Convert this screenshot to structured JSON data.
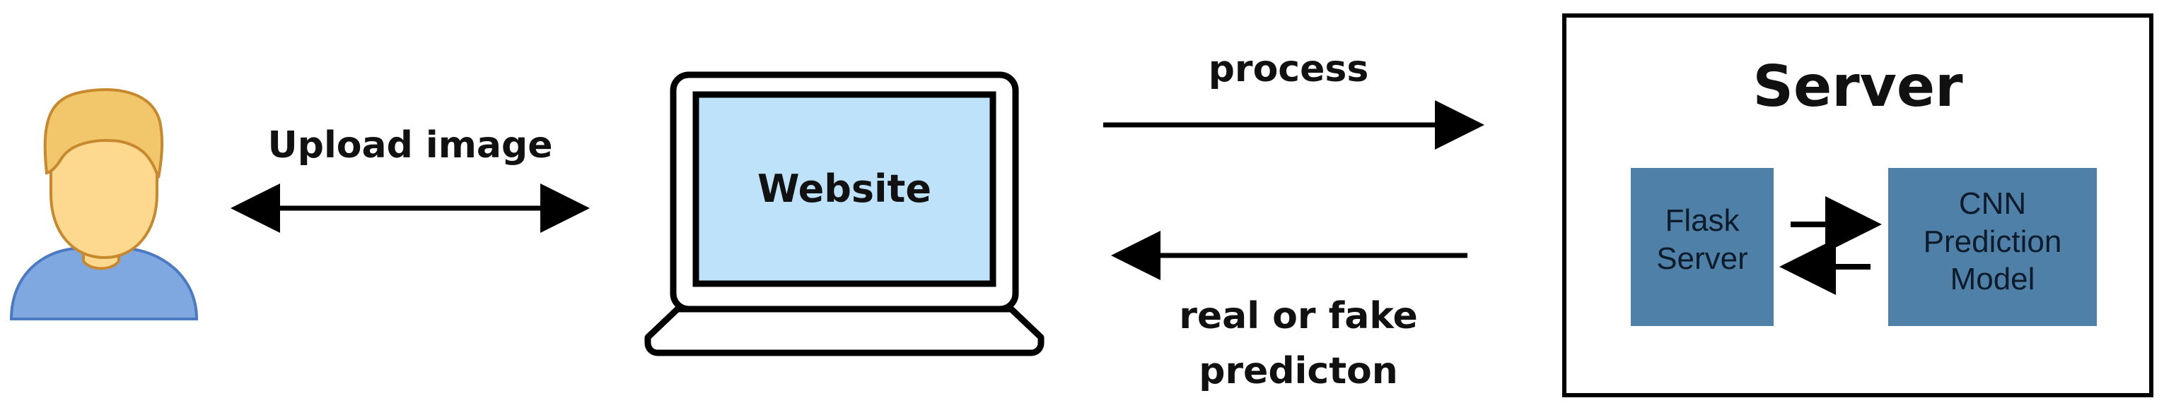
{
  "diagram": {
    "user": {
      "icon": "user-icon",
      "skin_color": "#fcd98f",
      "hair_color": "#f2c76b",
      "outline_color": "#c8892e",
      "shirt_color": "#7fa8e0",
      "shirt_outline": "#4c7ac2"
    },
    "edges": {
      "upload": {
        "label": "Upload image",
        "direction": "bidirectional"
      },
      "process": {
        "label": "process",
        "direction": "right"
      },
      "result": {
        "label_line1": "real or fake",
        "label_line2": "predicton",
        "direction": "left"
      },
      "internal": {
        "direction": "bidirectional"
      }
    },
    "website": {
      "icon": "laptop-icon",
      "label": "Website",
      "screen_color": "#bfe2fb"
    },
    "server": {
      "title": "Server",
      "flask": {
        "line1": "Flask",
        "line2": "Server"
      },
      "cnn": {
        "line1": "CNN",
        "line2": "Prediction",
        "line3": "Model"
      },
      "box_color": "#4f81a8"
    }
  }
}
